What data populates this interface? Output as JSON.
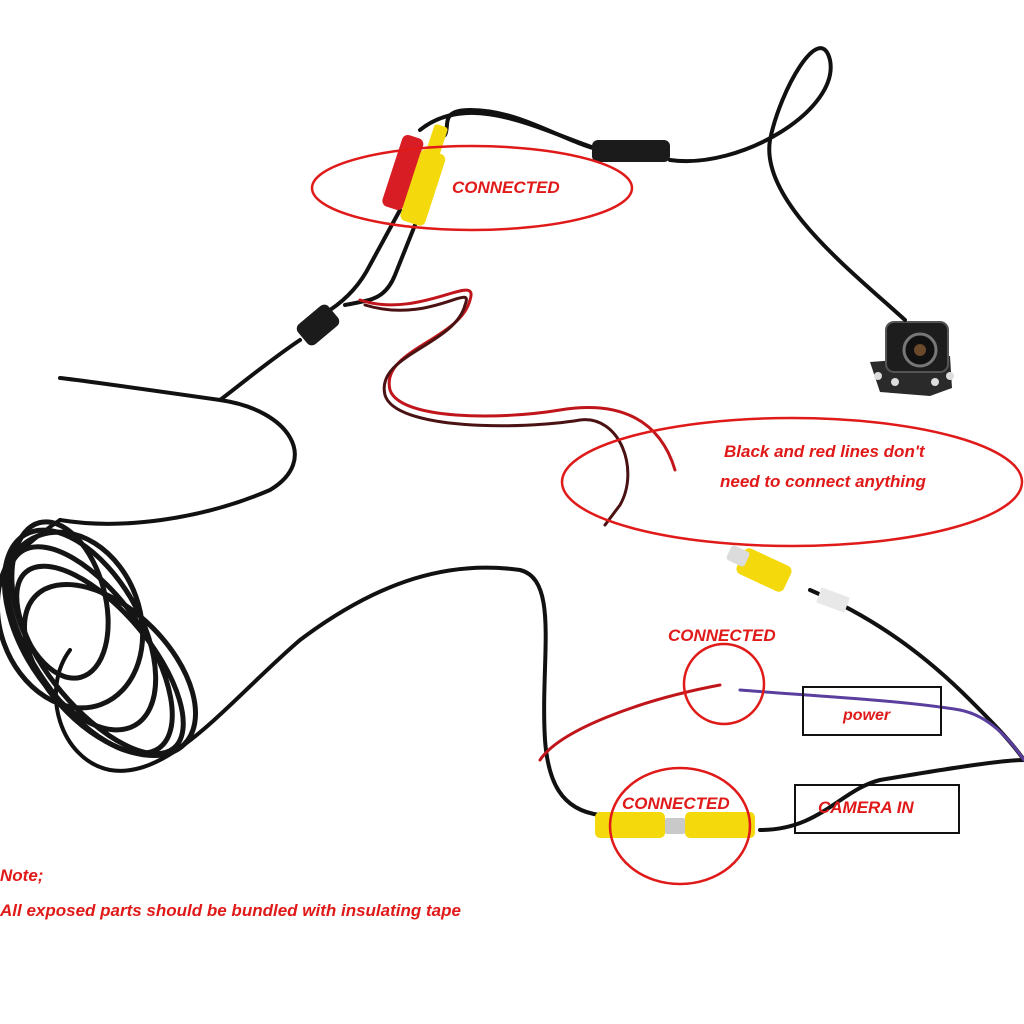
{
  "colors": {
    "annotation_red": "#e01919",
    "box_border": "#111111",
    "cable_black": "#111111",
    "wire_red": "#c0161b",
    "wire_purple": "#5a3f9e",
    "connector_yellow": "#f4d90c"
  },
  "annotations": {
    "connected_top": "CONNECTED",
    "no_connect_line1": "Black and red lines don't",
    "no_connect_line2": "need to connect anything",
    "connected_power": "CONNECTED",
    "power_label": "power",
    "connected_video": "CONNECTED",
    "camera_in_label": "CAMERA IN",
    "note_title": "Note;",
    "note_text": "All exposed parts should be bundled with insulating tape"
  }
}
